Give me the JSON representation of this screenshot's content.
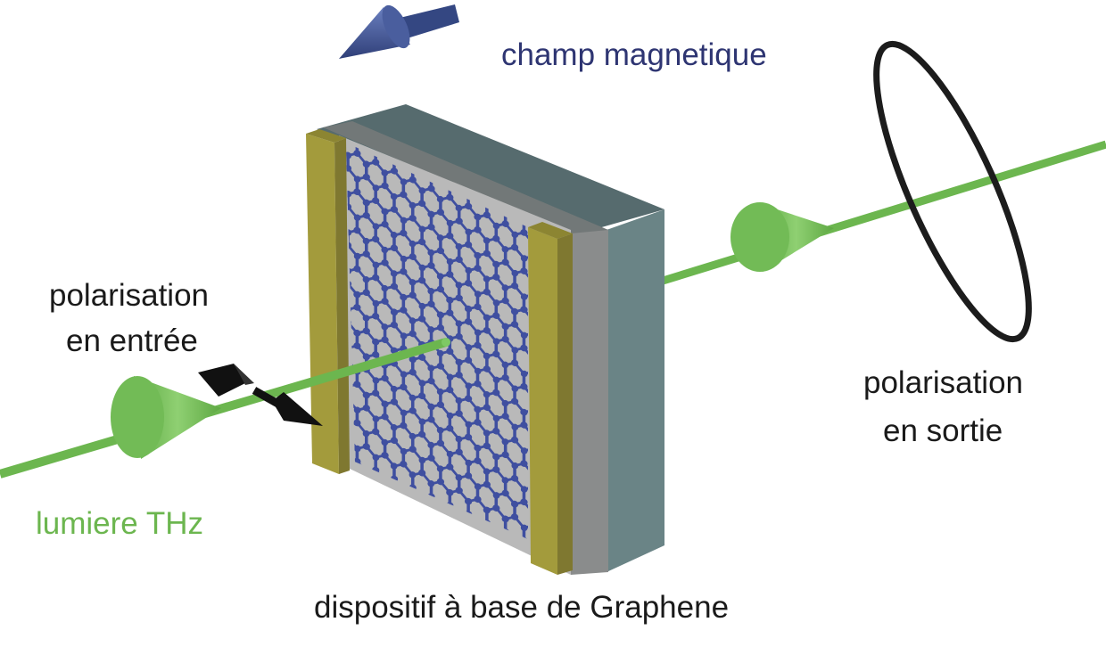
{
  "labels": {
    "magnetic_field": "champ magnetique",
    "input_polarization_line1": "polarisation",
    "input_polarization_line2": "en entrée",
    "output_polarization_line1": "polarisation",
    "output_polarization_line2": "en sortie",
    "thz_light": "lumiere THz",
    "device": "dispositif à base de Graphene"
  },
  "colors": {
    "beam": "#6cb64f",
    "magnetic_arrow": "#3d4f8a",
    "label_navy": "#2e3572",
    "gold_contact": "#a39b3c",
    "graphene": "#3f4fa0",
    "substrate": "#6a8486"
  }
}
